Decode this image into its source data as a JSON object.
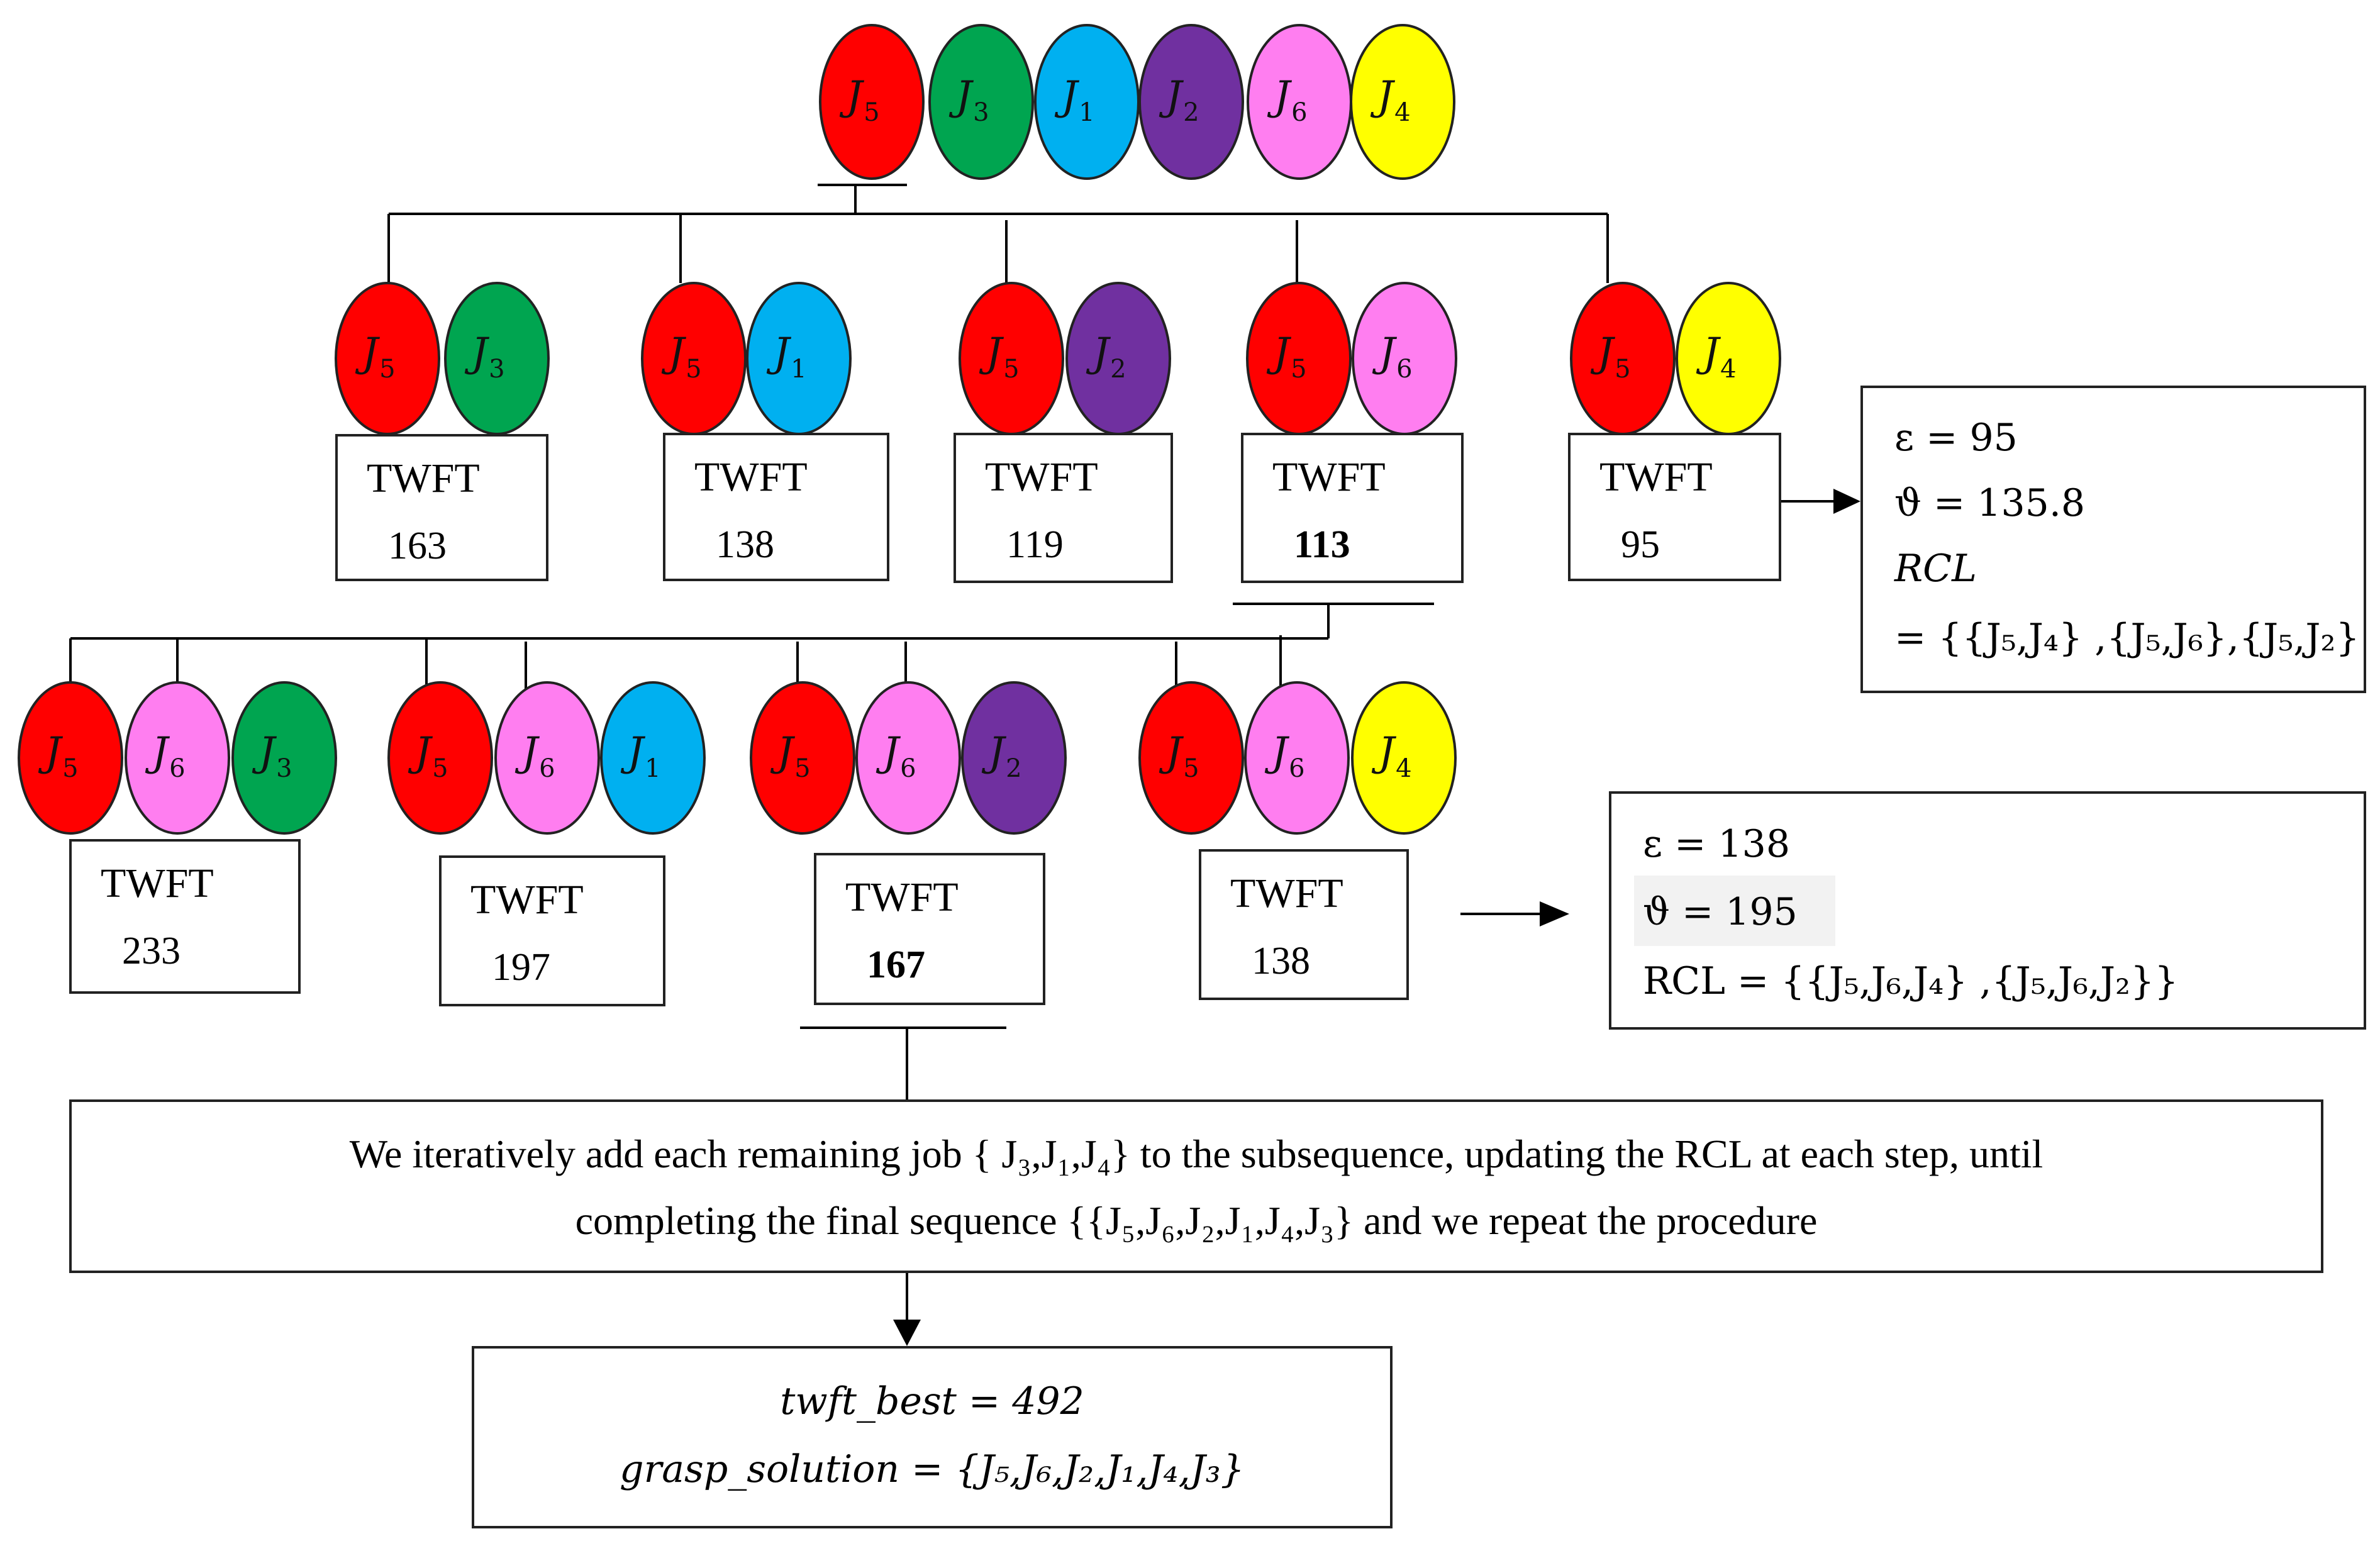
{
  "colors": {
    "J5": "#ff0000",
    "J3": "#00a550",
    "J1": "#00b0f0",
    "J2": "#7030a0",
    "J6": "#ff7ef0",
    "J4": "#ffff00"
  },
  "job_labels": {
    "J5": {
      "base": "J",
      "sub": "5"
    },
    "J3": {
      "base": "J",
      "sub": "3"
    },
    "J1": {
      "base": "J",
      "sub": "1"
    },
    "J2": {
      "base": "J",
      "sub": "2"
    },
    "J6": {
      "base": "J",
      "sub": "6"
    },
    "J4": {
      "base": "J",
      "sub": "4"
    }
  },
  "root_sequence": [
    "J5",
    "J3",
    "J1",
    "J2",
    "J6",
    "J4"
  ],
  "level1": [
    {
      "jobs": [
        "J5",
        "J3"
      ],
      "label": "TWFT",
      "value": "163",
      "bold": false
    },
    {
      "jobs": [
        "J5",
        "J1"
      ],
      "label": "TWFT",
      "value": "138",
      "bold": false
    },
    {
      "jobs": [
        "J5",
        "J2"
      ],
      "label": "TWFT",
      "value": "119",
      "bold": false
    },
    {
      "jobs": [
        "J5",
        "J6"
      ],
      "label": "TWFT",
      "value": "113",
      "bold": true
    },
    {
      "jobs": [
        "J5",
        "J4"
      ],
      "label": "TWFT",
      "value": "95",
      "bold": false
    }
  ],
  "level2": [
    {
      "jobs": [
        "J5",
        "J6",
        "J3"
      ],
      "label": "TWFT",
      "value": "233",
      "bold": false
    },
    {
      "jobs": [
        "J5",
        "J6",
        "J1"
      ],
      "label": "TWFT",
      "value": "197",
      "bold": false
    },
    {
      "jobs": [
        "J5",
        "J6",
        "J2"
      ],
      "label": "TWFT",
      "value": "167",
      "bold": true
    },
    {
      "jobs": [
        "J5",
        "J6",
        "J4"
      ],
      "label": "TWFT",
      "value": "138",
      "bold": false
    }
  ],
  "rcl_box_1": {
    "epsilon": "ε  =  95",
    "theta": "ϑ =   135.8",
    "rcl_label": "RCL",
    "rcl_value": "= {{J₅,J₄} ,{J₅,J₆},{J₅,J₂}"
  },
  "rcl_box_2": {
    "epsilon": "ε  =  138",
    "theta": "ϑ =   195",
    "rcl_value": "RCL = {{J₅,J₆,J₄} ,{J₅,J₆,J₂}}"
  },
  "iteration_note": {
    "line1": "We iteratively add each remaining job  { J₃,J₁,J₄}  to the subsequence, updating the RCL at each step, until",
    "line2": "completing the final sequence {{J₅,J₆,J₂,J₁,J₄,J₃}  and we repeat the procedure"
  },
  "result": {
    "best_line": "twft_best  =  492",
    "solution_line": "grasp_solution  = {J₅,J₆,J₂,J₁,J₄,J₃}"
  }
}
